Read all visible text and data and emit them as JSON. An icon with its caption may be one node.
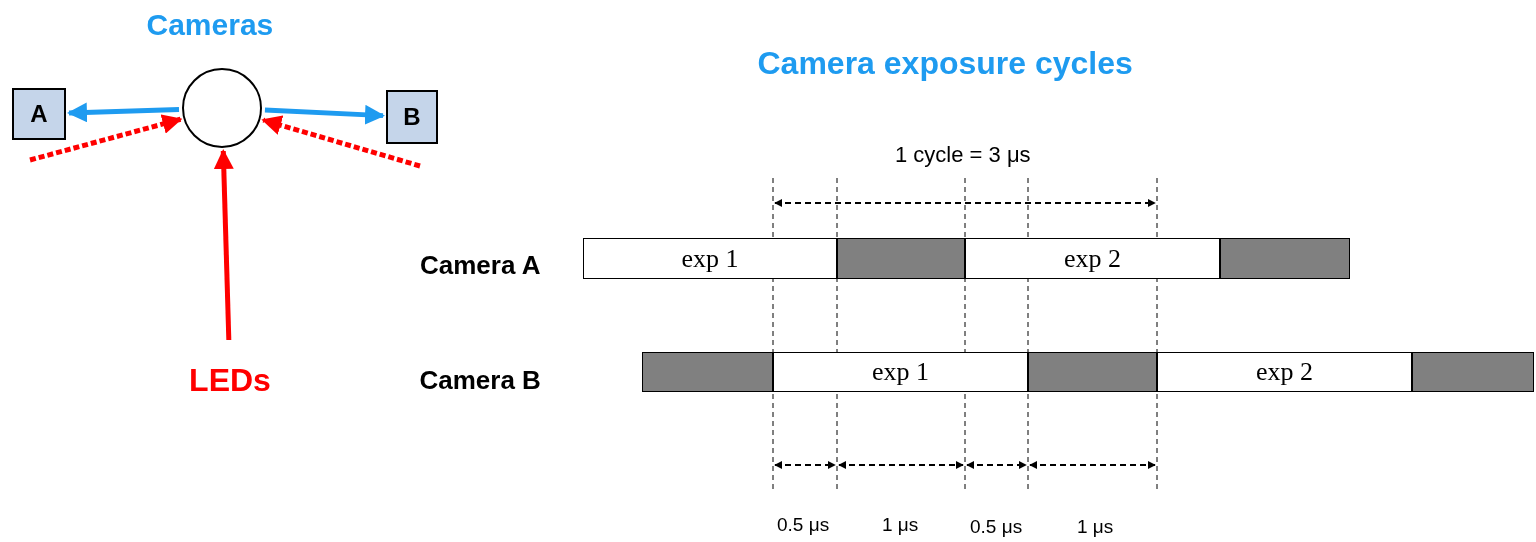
{
  "diagram": {
    "nodes": [
      {
        "text": [
          "A"
        ]
      },
      {
        "text": [],
        "shape": "circle"
      },
      {
        "text": [
          "B"
        ]
      },
      {
        "text": [
          "LEDs"
        ]
      },
      {
        "text": [
          "exp 1"
        ]
      },
      {
        "text": [],
        "shape": "bar"
      },
      {
        "text": [
          "exp 2"
        ]
      },
      {
        "text": [],
        "shape": "bar"
      },
      {
        "text": [],
        "shape": "bar"
      },
      {
        "text": [
          "exp 1"
        ]
      },
      {
        "text": [],
        "shape": "bar"
      },
      {
        "text": [
          "exp 2"
        ]
      },
      {
        "text": [],
        "shape": "bar"
      }
    ],
    "edges": [
      {
        "from": 1,
        "to": 0,
        "arrow": "to",
        "color": "#1e9bf0"
      },
      {
        "from": 1,
        "to": 2,
        "arrow": "to",
        "color": "#1e9bf0"
      },
      {
        "from": null,
        "to": 1,
        "arrow": "to",
        "style": "dashed",
        "color": "#ff0000"
      },
      {
        "from": null,
        "to": 1,
        "arrow": "to",
        "style": "dashed",
        "color": "#ff0000"
      },
      {
        "from": 3,
        "to": 1,
        "arrow": "to",
        "color": "#ff0000"
      }
    ],
    "labels": [
      "Cameras",
      "Camera exposure cycles",
      "1 cycle = 3 μs",
      "Camera A",
      "Camera B",
      "0.5 μs",
      "1 μs",
      "0.5 μs",
      "1 μs"
    ]
  }
}
